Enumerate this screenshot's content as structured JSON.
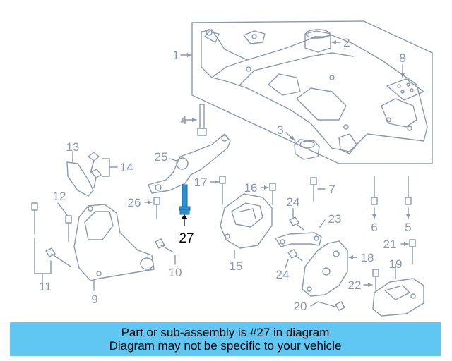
{
  "diagram": {
    "highlight_color": "#2b8fd0",
    "line_color": "#8a9aab",
    "callouts": [
      "1",
      "2",
      "3",
      "4",
      "5",
      "6",
      "7",
      "8",
      "9",
      "10",
      "11",
      "12",
      "13",
      "14",
      "15",
      "16",
      "17",
      "18",
      "19",
      "20",
      "21",
      "22",
      "23",
      "24",
      "24",
      "25",
      "26",
      "27"
    ]
  },
  "banner": {
    "line1": "Part or sub-assembly is #27 in diagram",
    "line2": "Diagram may not be specific to your vehicle",
    "background": "#5fc7f2"
  }
}
